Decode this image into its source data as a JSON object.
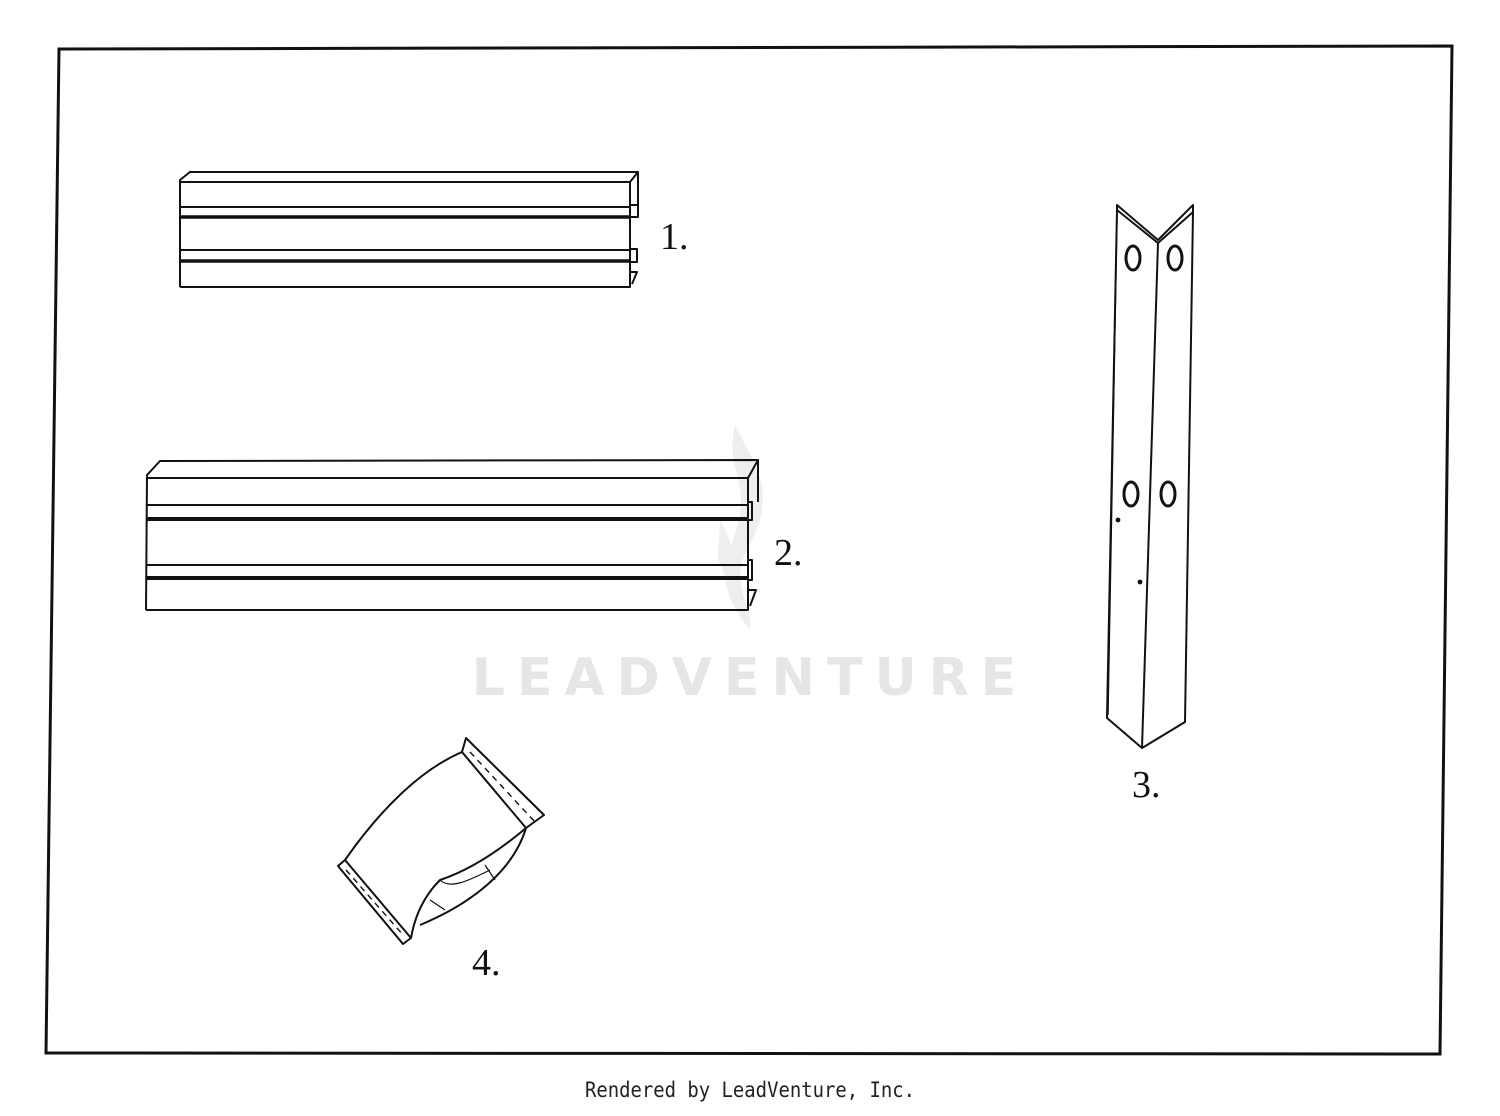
{
  "parts": [
    {
      "id": "1",
      "label": "1."
    },
    {
      "id": "2",
      "label": "2."
    },
    {
      "id": "3",
      "label": "3."
    },
    {
      "id": "4",
      "label": "4."
    }
  ],
  "watermark": {
    "text": "LEADVENTURE",
    "color": "#e6e6e6"
  },
  "footer": {
    "text": "Rendered by LeadVenture, Inc."
  },
  "colors": {
    "line": "#111111",
    "background": "#ffffff"
  }
}
